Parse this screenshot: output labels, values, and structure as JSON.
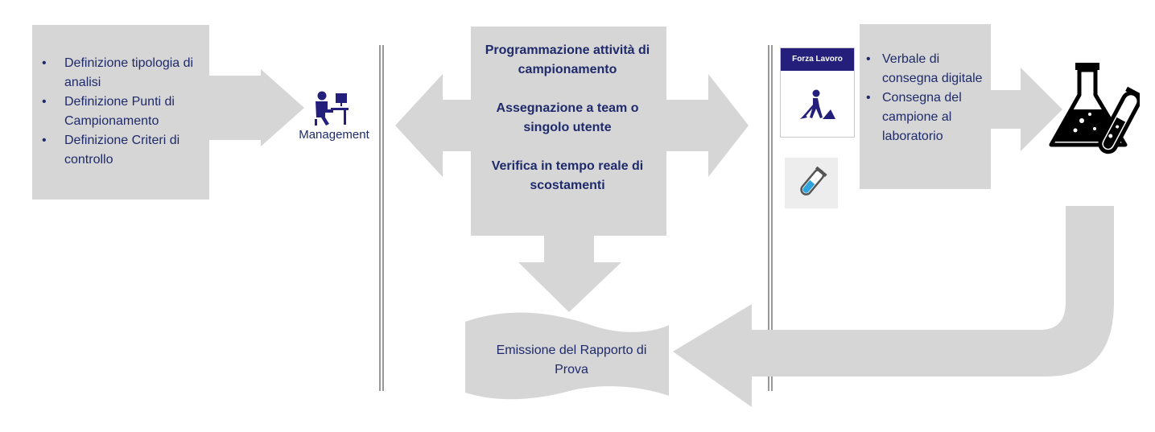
{
  "left_box": {
    "items": [
      "Definizione tipologia di analisi",
      "Definizione Punti di Campionamento",
      "Definizione Criteri di controllo"
    ]
  },
  "management": {
    "label": "Management",
    "icon": "person-at-computer-icon"
  },
  "center_box": {
    "lines": [
      "Programmazione attività di campionamento",
      "Assegnazione a team o singolo utente",
      "Verifica in tempo reale di scostamenti"
    ]
  },
  "forza_lavoro": {
    "title": "Forza Lavoro",
    "icon": "worker-shovel-icon"
  },
  "tube_icon": "test-tube-icon",
  "right_box": {
    "items": [
      "Verbale di consegna digitale",
      "Consegna del campione al laboratorio"
    ]
  },
  "lab_icon": "lab-flask-icon",
  "report": {
    "label": "Emissione del Rapporto di Prova"
  },
  "colors": {
    "shape_gray": "#d6d6d6",
    "text_navy": "#1f2a6b",
    "header_navy": "#231f7a",
    "tube_blue": "#2ea3dc"
  }
}
